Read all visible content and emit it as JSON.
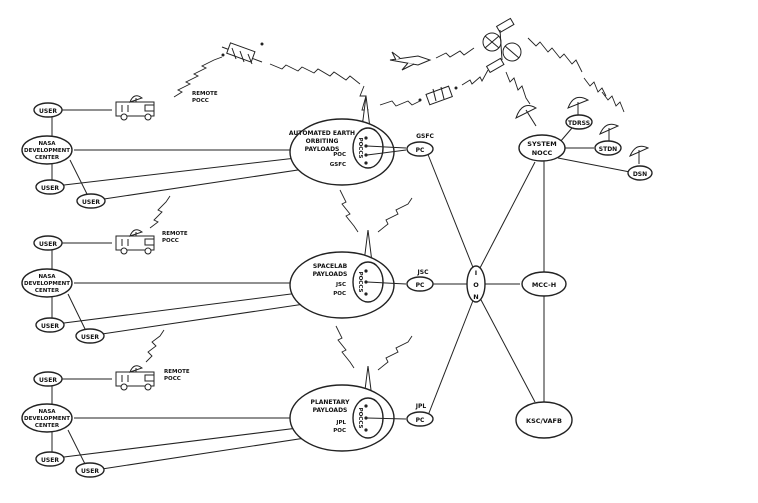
{
  "labels": {
    "user": "USER",
    "nasa_dev_center": [
      "NASA",
      "DEVELOPMENT",
      "CENTER"
    ],
    "remote_pocc": [
      "REMOTE",
      "POCC"
    ],
    "pc": "PC",
    "poccs": "POCCS",
    "ion": [
      "I",
      "O",
      "N"
    ],
    "system_nocc": [
      "SYSTEM",
      "NOCC"
    ],
    "mcc_h": "MCC-H",
    "ksc_vafb": "KSC/VAFB",
    "tdrss": "TDRSS",
    "stdn": "STDN",
    "dsn": "DSN"
  },
  "groups": [
    {
      "center": "GSFC",
      "payload": [
        "AUTOMATED EARTH",
        "ORBITING",
        "PAYLOADS"
      ],
      "poc_lines": [
        "POC",
        "GSFC"
      ]
    },
    {
      "center": "JSC",
      "payload": [
        "SPACELAB",
        "PAYLOADS"
      ],
      "poc_lines": [
        "JSC",
        "POC"
      ]
    },
    {
      "center": "JPL",
      "payload": [
        "PLANETARY",
        "PAYLOADS"
      ],
      "poc_lines": [
        "JPL",
        "POC"
      ]
    }
  ]
}
